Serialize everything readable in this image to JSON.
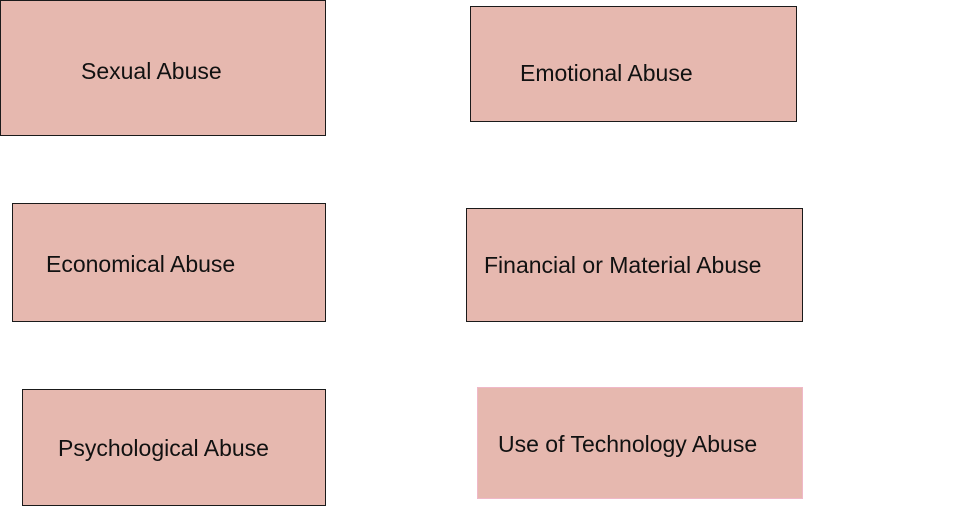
{
  "diagram": {
    "boxes": [
      {
        "label": "Sexual Abuse"
      },
      {
        "label": "Emotional Abuse"
      },
      {
        "label": "Economical Abuse"
      },
      {
        "label": "Financial or Material Abuse"
      },
      {
        "label": "Psychological Abuse"
      },
      {
        "label": "Use of Technology Abuse"
      }
    ],
    "colors": {
      "box_fill": "#e6b8af",
      "box_border": "#1a1a1a",
      "box_border_light": "#f0b8c8",
      "text": "#111111",
      "background": "#ffffff"
    }
  }
}
